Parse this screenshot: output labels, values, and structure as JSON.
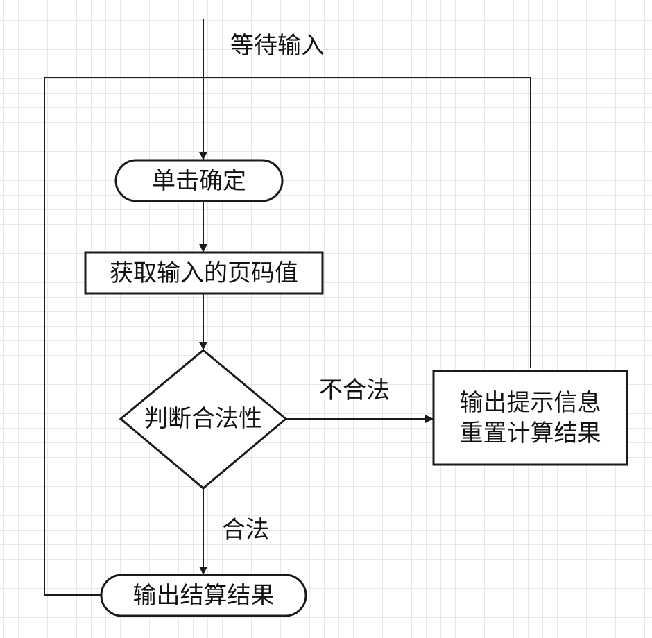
{
  "edges": {
    "start_label": "等待输入",
    "invalid_label": "不合法",
    "valid_label": "合法"
  },
  "nodes": {
    "click_confirm": "单击确定",
    "get_page_value": "获取输入的页码值",
    "check_validity": "判断合法性",
    "reset_box": {
      "line1": "输出提示信息",
      "line2": "重置计算结果"
    },
    "output_result": "输出结算结果"
  },
  "colors": {
    "stroke": "#1a1a1a",
    "grid": "#e7e7e7",
    "background": "#ffffff"
  }
}
